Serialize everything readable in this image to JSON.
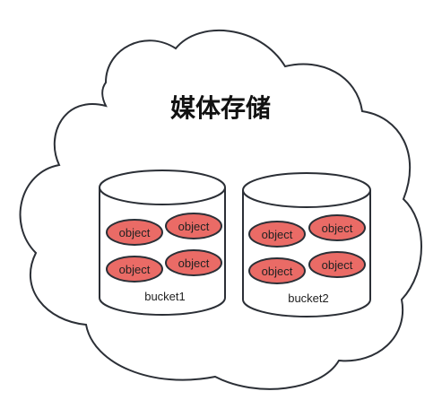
{
  "title": "媒体存储",
  "buckets": [
    {
      "name": "bucket1",
      "objects": [
        "object",
        "object",
        "object",
        "object"
      ]
    },
    {
      "name": "bucket2",
      "objects": [
        "object",
        "object",
        "object",
        "object"
      ]
    }
  ],
  "colors": {
    "object_fill": "#ea6b66",
    "outline": "#2b2f36",
    "background": "#ffffff"
  }
}
